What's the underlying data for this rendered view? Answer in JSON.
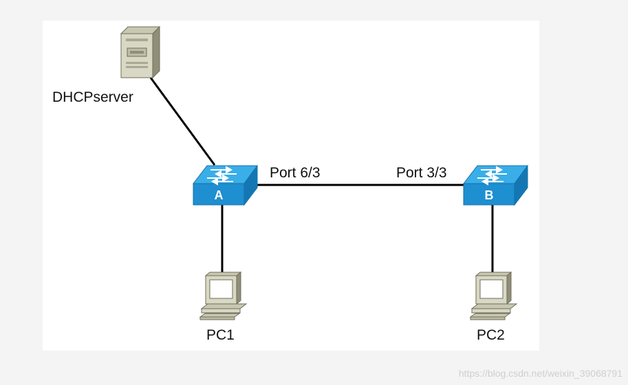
{
  "nodes": {
    "server": {
      "label": "DHCPserver",
      "icon": "server-tower-icon"
    },
    "switch_a": {
      "letter": "A",
      "icon": "switch-icon"
    },
    "switch_b": {
      "letter": "B",
      "icon": "switch-icon"
    },
    "pc1": {
      "label": "PC1",
      "icon": "pc-icon"
    },
    "pc2": {
      "label": "PC2",
      "icon": "pc-icon"
    }
  },
  "links": {
    "a_port": "Port 6/3",
    "b_port": "Port 3/3"
  },
  "colors": {
    "switch_top": "#3aaee8",
    "switch_front": "#1e8fd0",
    "device_body": "#d9d8c4",
    "device_shadow": "#8f8e78",
    "link": "#000000"
  },
  "watermark": "https://blog.csdn.net/weixin_39068791"
}
